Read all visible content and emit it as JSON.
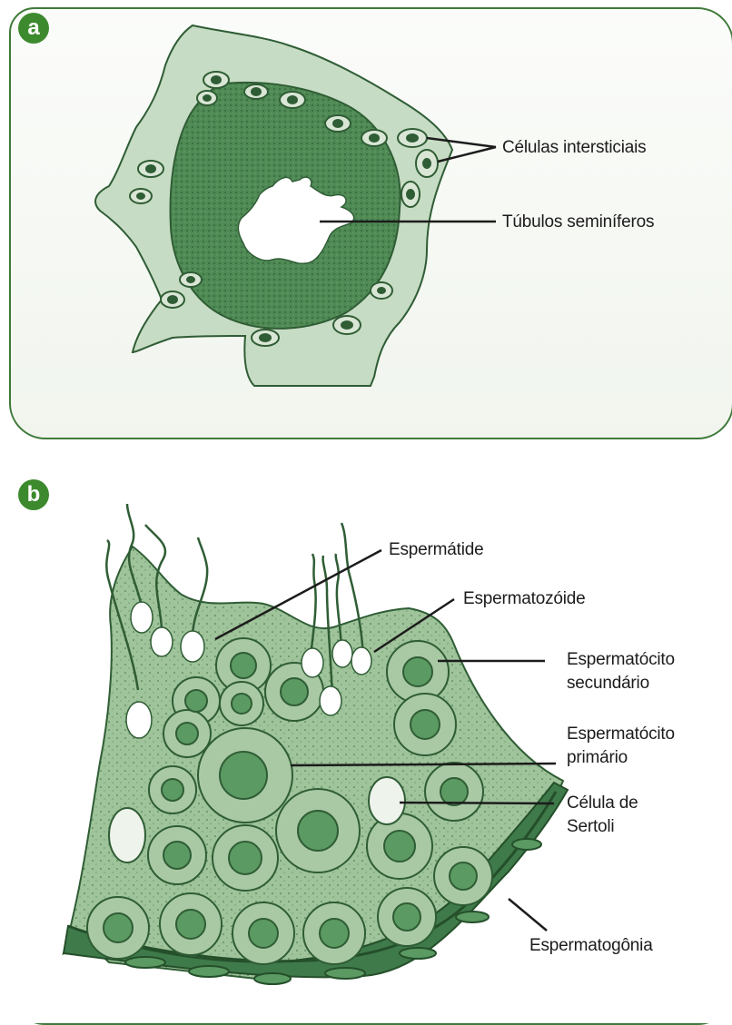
{
  "panels": {
    "a": {
      "letter": "a",
      "labels": {
        "interstitial": "Células intersticiais",
        "tubules": "Túbulos seminíferos"
      }
    },
    "b": {
      "letter": "b",
      "labels": {
        "spermatid": "Espermátide",
        "spermatozoid": "Espermatozóide",
        "secondary_1": "Espermatócito",
        "secondary_2": "secundário",
        "primary_1": "Espermatócito",
        "primary_2": "primário",
        "sertoli_1": "Célula de",
        "sertoli_2": "Sertoli",
        "spermatogonia": "Espermatogônia"
      }
    }
  },
  "colors": {
    "accent": "#3d8a2e",
    "tissue_dark": "#3f7a4a",
    "tissue_light": "#c9dcc6",
    "outline": "#2f5d35"
  }
}
